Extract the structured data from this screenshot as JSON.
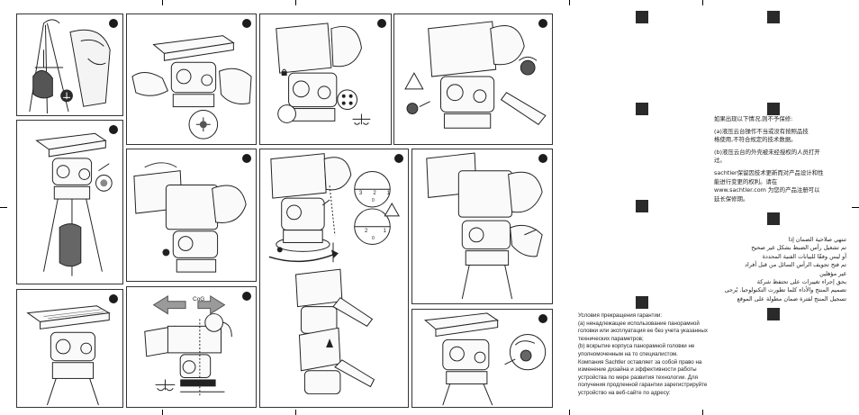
{
  "illustration_labels": {
    "cog": "CoG",
    "scale_digits_top": [
      "3",
      "2",
      "1"
    ],
    "scale_zero_top": "0",
    "scale_digits_bottom": [
      "2",
      "1"
    ],
    "scale_zero_bottom": "0"
  },
  "russian_warranty": {
    "title": "Условия прекращения гарантии:",
    "para_a": [
      "(a) ненадлежащее использование панорамной",
      "головки или эксплуатация ее без учета указанных",
      "технических параметров;"
    ],
    "para_b": [
      "(b) вскрытие корпуса панорамной головки не",
      "уполномоченным на то специалистом."
    ],
    "para_c": [
      "Компания Sachtler оставляет за собой право на",
      "изменение дизайна и эффективности работы",
      "устройства по мере развития технологии. Для",
      "получения продленной гарантии зарегистрируйте",
      "устройство на веб-сайте по адресу:"
    ]
  },
  "chinese_warranty": {
    "title": "如果出现以下情况,则不予保修:",
    "para_a": [
      "(a)液压云台操作不当或没有按照品技",
      "格使用,不符合规定的技术数据。"
    ],
    "para_b": [
      "(b)液压云台的外壳被未经授权的人员打开",
      "过。"
    ],
    "para_c": [
      "sachtler保留因技术更新而对产品设计和性",
      "能进行变更的权利。请在",
      "www.sachtler.com    为您的产品注册可以",
      "延长保修期。"
    ]
  },
  "arabic_warranty": {
    "title": "تنتهي صلاحية الضمان إذا",
    "lines": [
      "تم تشغيل رأس الضبط بشكل غير صحيح",
      "أو ليس وفقًا للبيانات الفنية المحددة",
      "تم فتح تجويف الرأس السائل من قبل أفراد",
      "غير مؤهلين",
      "بحق إجراء تغييرات على     تحتفظ شركة",
      "تصميم المنتج والأداء كلما تطورت التكنولوجيا. يُرجى",
      "تسجيل المنتج لفترة ضمان مطولة على الموقع"
    ]
  },
  "colors": {
    "ink": "#1c1c1c",
    "paper": "#ffffff",
    "grey": "#8a8a8a"
  },
  "icons": [
    "warning-triangle-icon",
    "padlock-icon",
    "balance-scale-icon",
    "arrow-left-icon",
    "arrow-right-icon",
    "step-marker-icon",
    "checkmark-icon"
  ]
}
